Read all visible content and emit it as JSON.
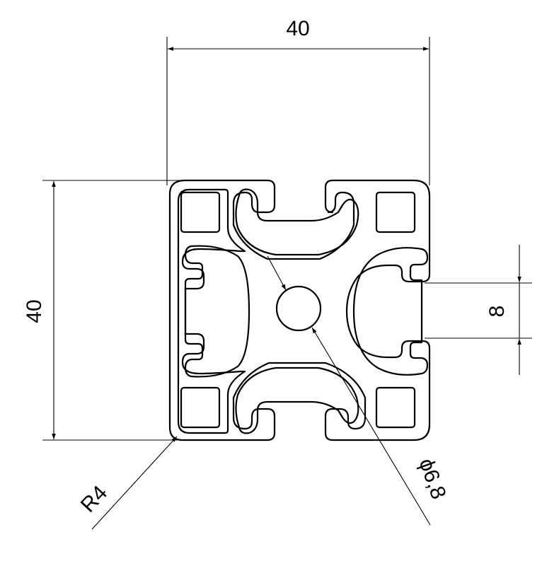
{
  "drawing": {
    "dimensions": {
      "width_label": "40",
      "height_label": "40",
      "slot_label": "8",
      "radius_label": "R4",
      "bore_label": "ϕ6,8"
    },
    "colors": {
      "line": "#000000",
      "background": "#ffffff"
    }
  }
}
